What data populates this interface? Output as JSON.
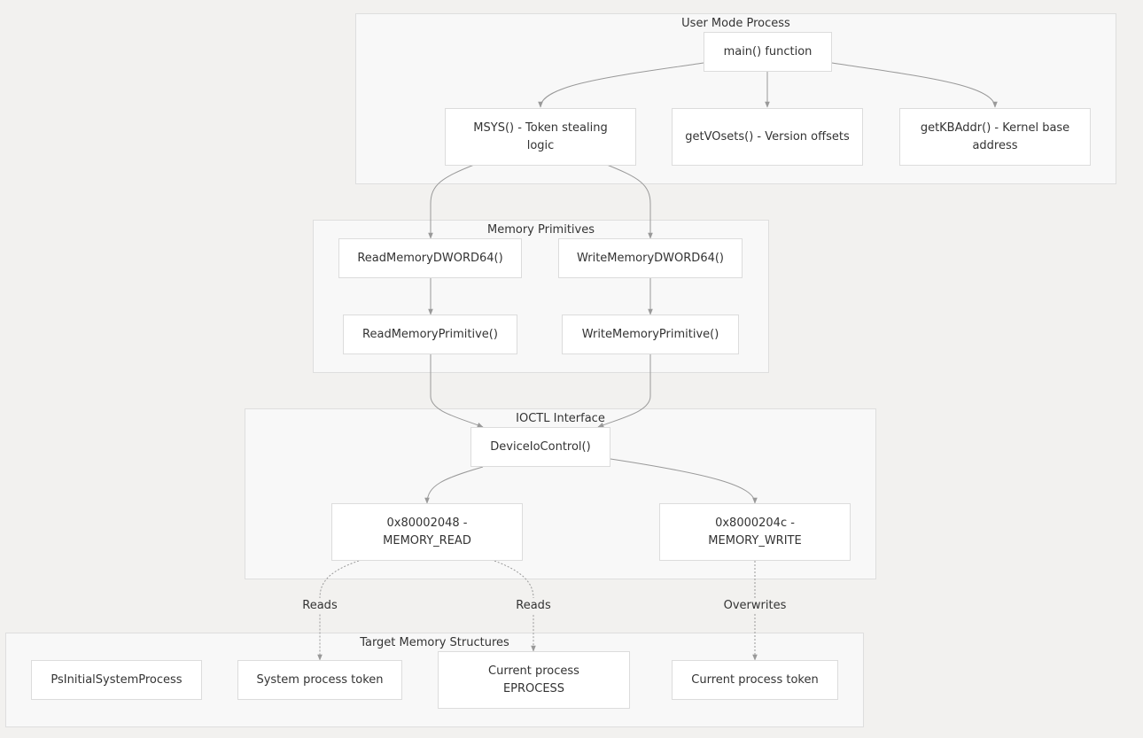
{
  "clusters": {
    "user_mode": "User Mode Process",
    "memory_primitives": "Memory Primitives",
    "ioctl": "IOCTL Interface",
    "target": "Target Memory Structures"
  },
  "nodes": {
    "main": "main() function",
    "msys": "MSYS() - Token stealing logic",
    "getvosets": "getVOsets() - Version offsets",
    "getkbaddr": "getKBAddr() - Kernel base address",
    "read_dword": "ReadMemoryDWORD64()",
    "write_dword": "WriteMemoryDWORD64()",
    "read_prim": "ReadMemoryPrimitive()",
    "write_prim": "WriteMemoryPrimitive()",
    "deviceio": "DeviceIoControl()",
    "mem_read": "0x80002048 - MEMORY_READ",
    "mem_write": "0x8000204c - MEMORY_WRITE",
    "ps_initial": "PsInitialSystemProcess",
    "sys_token": "System process token",
    "cur_eprocess": "Current process EPROCESS",
    "cur_token": "Current process token"
  },
  "edge_labels": {
    "reads_1": "Reads",
    "reads_2": "Reads",
    "overwrites": "Overwrites"
  },
  "colors": {
    "background": "#f2f1ef",
    "cluster_fill": "#f8f8f8",
    "node_fill": "#ffffff",
    "edge": "#999999"
  }
}
